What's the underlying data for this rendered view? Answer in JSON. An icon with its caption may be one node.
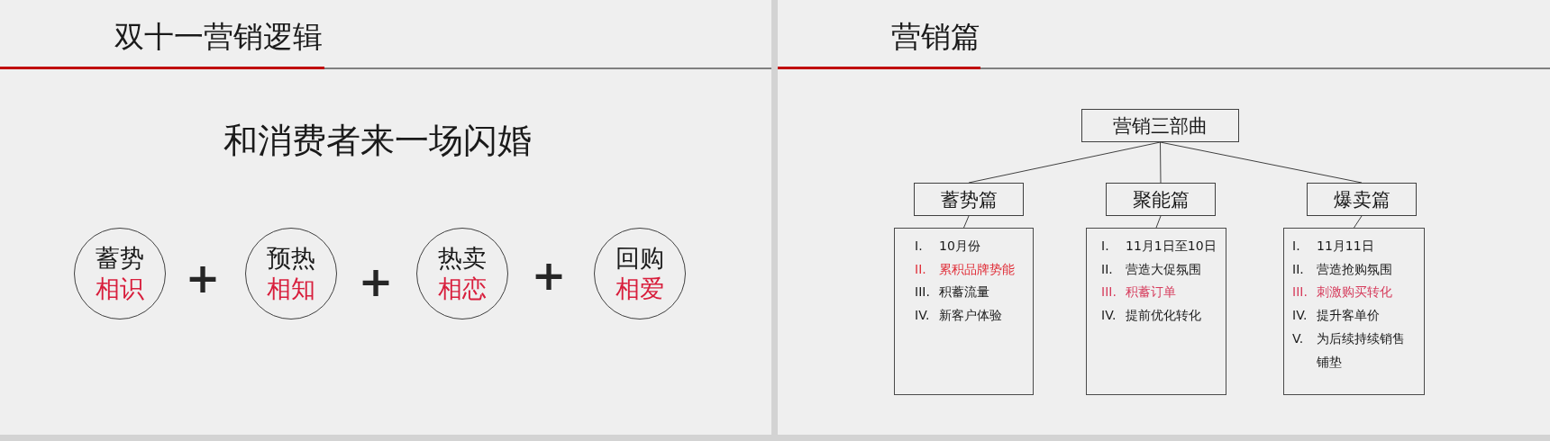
{
  "diagram": {
    "nodes": [
      {
        "text": [
          "蓄势",
          "相识"
        ]
      },
      {
        "text": [
          "预热",
          "相知"
        ]
      },
      {
        "text": [
          "热卖",
          "相恋"
        ]
      },
      {
        "text": [
          "回购",
          "相爱"
        ]
      },
      {
        "text": [
          "营销三部曲"
        ]
      },
      {
        "text": [
          "蓄势篇"
        ]
      },
      {
        "text": [
          "聚能篇"
        ]
      },
      {
        "text": [
          "爆卖篇"
        ]
      },
      {
        "text": [
          "I. 10月份",
          "II. 累积品牌势能",
          "III. 积蓄流量",
          "IV. 新客户体验"
        ]
      },
      {
        "text": [
          "I. 11月1日至10日",
          "II. 营造大促氛围",
          "III. 积蓄订单",
          "IV. 提前优化转化"
        ]
      },
      {
        "text": [
          "I. 11月11日",
          "II. 营造抢购氛围",
          "III. 刺激购买转化",
          "IV. 提升客单价",
          "V. 为后续持续销售铺垫"
        ]
      }
    ],
    "edges": [
      {
        "from": 4,
        "to": 5,
        "arrow": "none"
      },
      {
        "from": 4,
        "to": 6,
        "arrow": "none"
      },
      {
        "from": 4,
        "to": 7,
        "arrow": "none"
      },
      {
        "from": 5,
        "to": 8,
        "arrow": "none"
      },
      {
        "from": 6,
        "to": 9,
        "arrow": "none"
      },
      {
        "from": 7,
        "to": 10,
        "arrow": "none"
      }
    ],
    "labels": [
      "双十一营销逻辑",
      "和消费者来一场闪婚",
      "+",
      "+",
      "+",
      "营销篇"
    ]
  }
}
